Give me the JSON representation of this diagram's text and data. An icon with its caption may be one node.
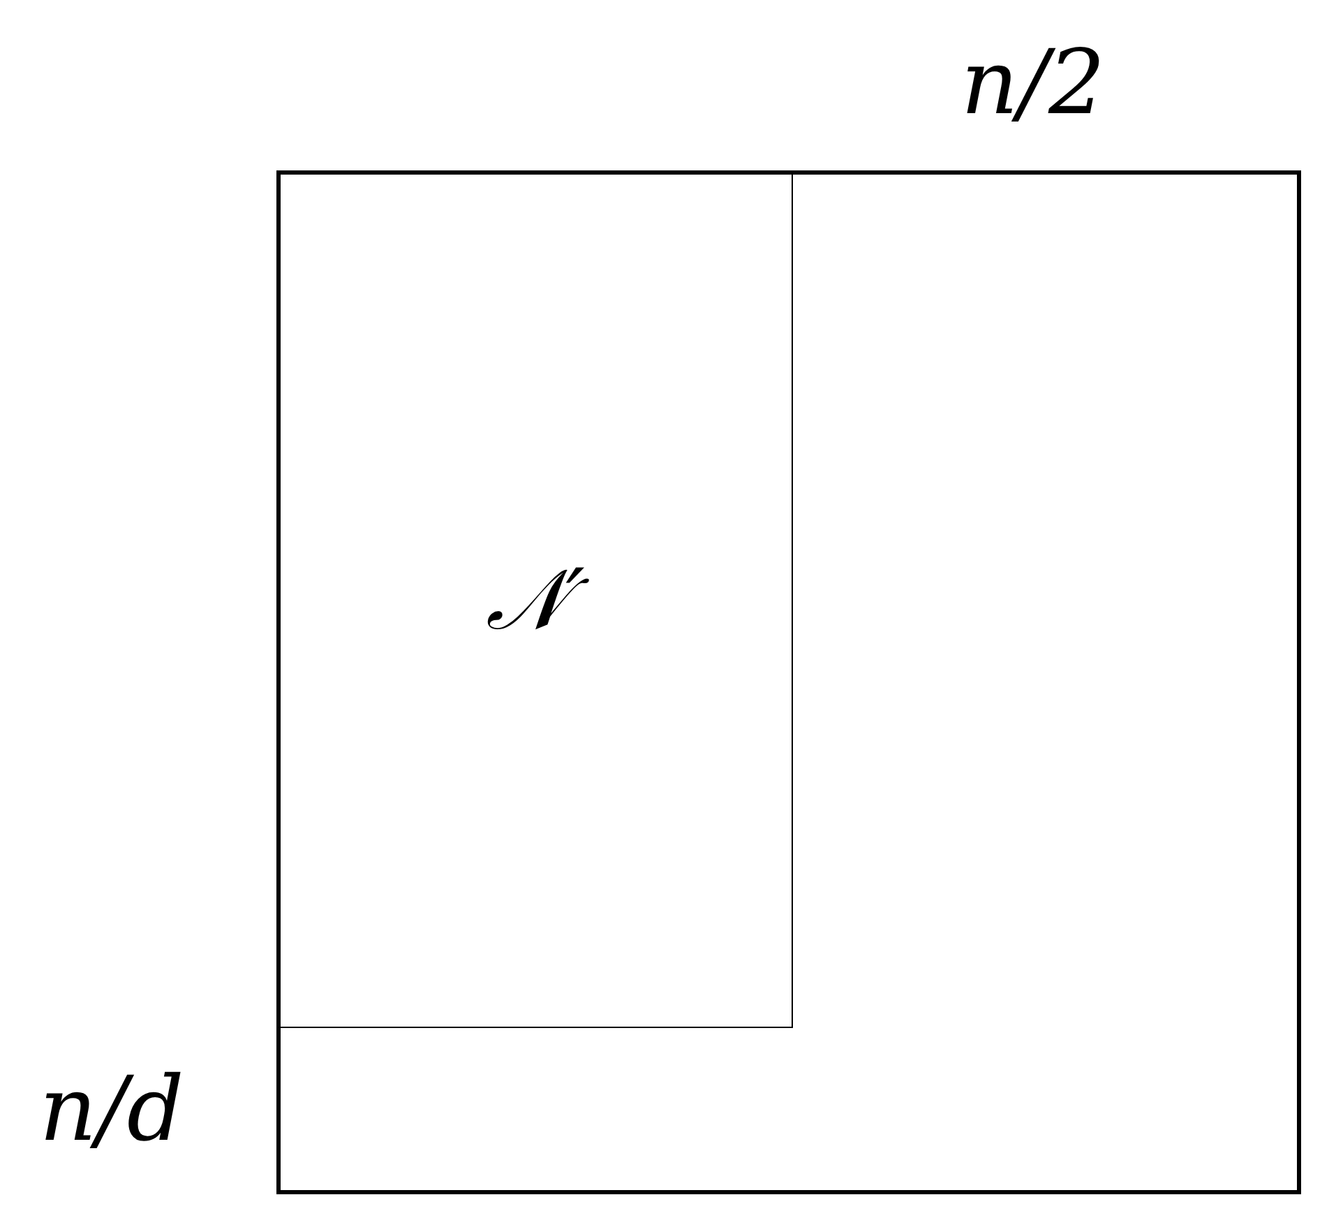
{
  "diagram": {
    "nodes": [
      {
        "text": [],
        "shape": "box"
      },
      {
        "text": [
          "𝒩′"
        ],
        "in": 0
      }
    ],
    "labels": [
      "n/2",
      "n/d"
    ]
  }
}
